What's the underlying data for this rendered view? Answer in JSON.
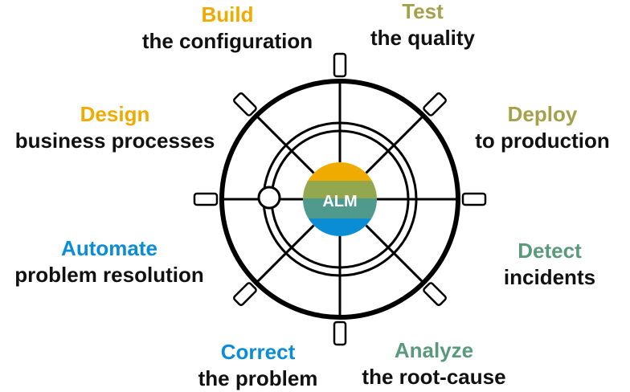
{
  "center": {
    "label": "ALM",
    "bands": [
      "#f0ab00",
      "#93a84e",
      "#4f9a8c",
      "#0b8dd6"
    ]
  },
  "phases": [
    {
      "verb": "Build",
      "desc": "the configuration",
      "color": "#f0ab00"
    },
    {
      "verb": "Test",
      "desc": "the quality",
      "color": "#a5a04a"
    },
    {
      "verb": "Design",
      "desc": "business processes",
      "color": "#f0ab00"
    },
    {
      "verb": "Deploy",
      "desc": "to production",
      "color": "#a5a04a"
    },
    {
      "verb": "Automate",
      "desc": "problem resolution",
      "color": "#0b8dd6"
    },
    {
      "verb": "Detect",
      "desc": "incidents",
      "color": "#5a9a7c"
    },
    {
      "verb": "Correct",
      "desc": "the problem",
      "color": "#0b8dd6"
    },
    {
      "verb": "Analyze",
      "desc": "the root-cause",
      "color": "#5a9a7c"
    }
  ]
}
